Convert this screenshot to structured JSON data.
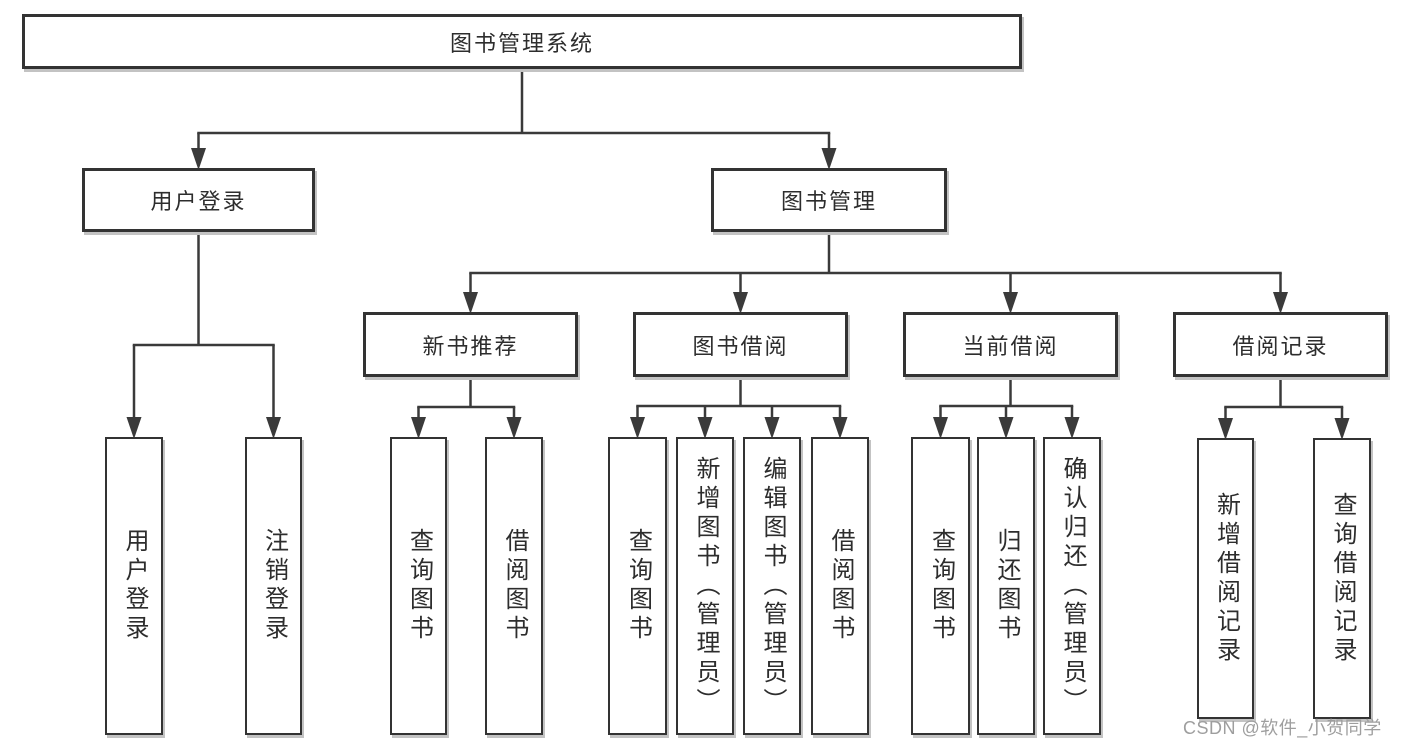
{
  "nodes": [
    {
      "id": "root",
      "label": "图书管理系统",
      "orient": "h",
      "parent": null
    },
    {
      "id": "user-login",
      "label": "用户登录",
      "orient": "h",
      "parent": "root"
    },
    {
      "id": "book-mgmt",
      "label": "图书管理",
      "orient": "h",
      "parent": "root"
    },
    {
      "id": "new-book-rec",
      "label": "新书推荐",
      "orient": "h",
      "parent": "book-mgmt"
    },
    {
      "id": "book-borrow",
      "label": "图书借阅",
      "orient": "h",
      "parent": "book-mgmt"
    },
    {
      "id": "current-borrow",
      "label": "当前借阅",
      "orient": "h",
      "parent": "book-mgmt"
    },
    {
      "id": "borrow-record",
      "label": "借阅记录",
      "orient": "h",
      "parent": "book-mgmt"
    },
    {
      "id": "leaf-user-login",
      "label": "用户登录",
      "orient": "v",
      "parent": "user-login"
    },
    {
      "id": "leaf-logout",
      "label": "注销登录",
      "orient": "v",
      "parent": "user-login"
    },
    {
      "id": "leaf-query-book-new",
      "label": "查询图书",
      "orient": "v",
      "parent": "new-book-rec"
    },
    {
      "id": "leaf-borrow-book-new",
      "label": "借阅图书",
      "orient": "v",
      "parent": "new-book-rec"
    },
    {
      "id": "leaf-query-book-borrow",
      "label": "查询图书",
      "orient": "v",
      "parent": "book-borrow"
    },
    {
      "id": "leaf-add-book",
      "label": "新增图书（管理员）",
      "orient": "v",
      "parent": "book-borrow"
    },
    {
      "id": "leaf-edit-book",
      "label": "编辑图书（管理员）",
      "orient": "v",
      "parent": "book-borrow"
    },
    {
      "id": "leaf-borrow-book",
      "label": "借阅图书",
      "orient": "v",
      "parent": "book-borrow"
    },
    {
      "id": "leaf-query-book-current",
      "label": "查询图书",
      "orient": "v",
      "parent": "current-borrow"
    },
    {
      "id": "leaf-return-book",
      "label": "归还图书",
      "orient": "v",
      "parent": "current-borrow"
    },
    {
      "id": "leaf-confirm-return",
      "label": "确认归还（管理员）",
      "orient": "v",
      "parent": "current-borrow"
    },
    {
      "id": "leaf-add-borrow-record",
      "label": "新增借阅记录",
      "orient": "v",
      "parent": "borrow-record"
    },
    {
      "id": "leaf-query-borrow-record",
      "label": "查询借阅记录",
      "orient": "v",
      "parent": "borrow-record"
    }
  ],
  "watermark": {
    "text": "CSDN @软件_小贺同学"
  },
  "colors": {
    "line": "#3a3a3a",
    "box_border": "#333333",
    "text": "#2d2d2d",
    "watermark": "#9e9e9e",
    "background": "#ffffff",
    "shadow": "#c3c3c3"
  }
}
